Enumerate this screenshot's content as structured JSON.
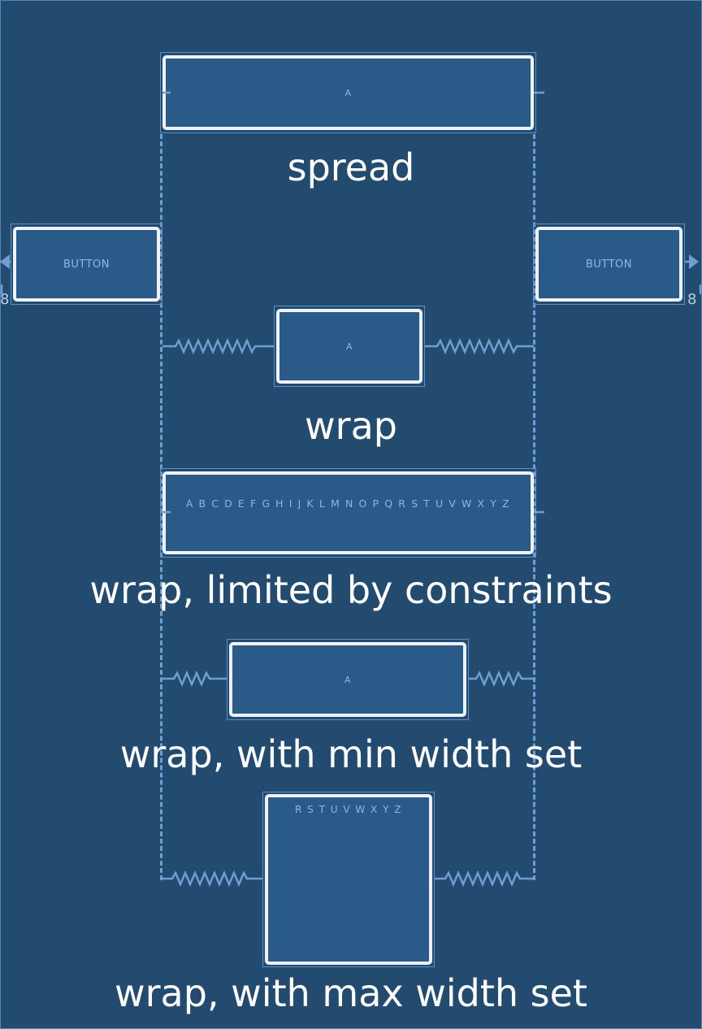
{
  "colors": {
    "background": "#234b6f",
    "widget_fill": "#2a5b88",
    "widget_border": "#eef1fb",
    "constraint": "#6f9fd2",
    "caption": "#ffffff"
  },
  "captions": {
    "spread": "spread",
    "wrap": "wrap",
    "wrap_limited": "wrap, limited by constraints",
    "wrap_min": "wrap, with min width set",
    "wrap_max": "wrap, with max width set"
  },
  "widgets": {
    "spread_text": "A",
    "button_left": "BUTTON",
    "button_right": "BUTTON",
    "wrap_text": "A",
    "limited_text": "A B C D E F G H I J K L M N O P Q R S T U V W X Y Z",
    "min_text": "A",
    "max_text": "R S T U V W X Y Z"
  },
  "margins": {
    "left": "8",
    "right": "8"
  },
  "icons": {
    "left_anchor": "left-arrow-icon",
    "right_anchor": "right-arrow-icon",
    "spring": "spring-constraint-icon"
  }
}
